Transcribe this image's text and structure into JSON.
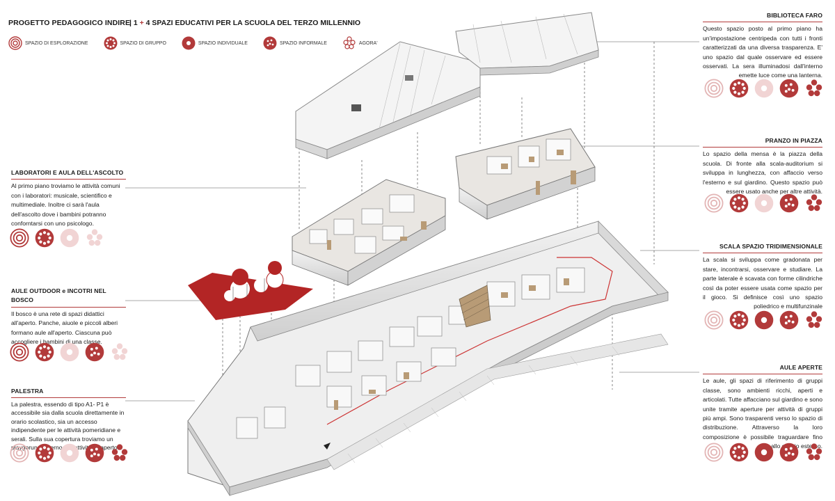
{
  "header": {
    "project": "PROGETTO PEDAGOGICO  INDIRE",
    "subtitle_prefix": "| 1",
    "subtitle_plus": " + ",
    "subtitle_rest": "4  SPAZI EDUCATIVI PER LA SCUOLA DEL TERZO MILLENNIO"
  },
  "legend": [
    {
      "label": "SPAZIO DI ESPLORAZIONE",
      "icon": "concentric-rings-icon"
    },
    {
      "label": "SPAZIO DI GRUPPO",
      "icon": "ring-of-dots-icon"
    },
    {
      "label": "SPAZIO INDIVIDUALE",
      "icon": "solid-disc-icon"
    },
    {
      "label": "SPAZIO INFORMALE",
      "icon": "dotted-disc-icon"
    },
    {
      "label": "AGORA'",
      "icon": "cluster-circles-icon"
    }
  ],
  "left_sections": [
    {
      "title": "LABORATORI  E AULA DELL'ASCOLTO",
      "body": "Al primo piano troviamo le attività comuni con i laboratori: musicale, scientifico e multimediale. Inoltre  ci sarà l'aula dell'ascolto dove i bambini potranno conforntarsi con uno psicologo."
    },
    {
      "title": "AULE OUTDOOR e INCOTRI NEL BOSCO",
      "body": "Il bosco è una rete di spazi didattici all'aperto. Panche, aiuole e piccoli alberi formano aule all'aperto. Ciascuna può accogliere i bambini di una classe."
    },
    {
      "title": "PALESTRA",
      "body": "La palestra, essendo di tipo A1- P1 è accessibile sia dalla scuola direttamente in orario scolastico, sia un accesso indipendente per le attività pomeridiane e serali. Sulla sua copertura troviamo un playgorund esterno per attività all'aperto"
    }
  ],
  "right_sections": [
    {
      "title": "BIBLIOTECA FARO",
      "body": "Questo spazio posto al primo piano ha un'impostazione centripeda con tutti i fronti caratterizzati da una diversa trasparenza. E' uno spazio dal quale osservare ed essere osservati. La sera illuminadosi dall'interno emette luce come una lanterna."
    },
    {
      "title": "PRANZO IN PIAZZA",
      "body": "Lo spazio della mensa è la piazza della scuola. Di fronte alla scala-auditorium si sviluppa in lunghezza, con affaccio verso l'esterno e sul giardino. Questo spazio può essere usato anche per altre attività."
    },
    {
      "title": "SCALA SPAZIO TRIDIMENSIONALE",
      "body": "La scala si sviluppa come gradonata per stare, incontrarsi, osservare e studiare. La parte laterale è scavata con forme cilindriche così da poter essere usata come spazio per il gioco. Si definisce così uno spazio poliedrico e multifunzinale"
    },
    {
      "title": "AULE APERTE",
      "body": "Le aule, gli spazi di riferimento di gruppi classe, sono ambienti ricchi, aperti e articolati. Tutte affacciano sul giardino e sono unite tramite aperture per attività di gruppi più ampi. Sono trasparenti verso lo spazio di distribuzione. Attraverso la loro composizione è possibile traguardare fino allo spazio esterno."
    }
  ],
  "colors": {
    "accent": "#b23a3a",
    "accent_light": "#e8c4c4",
    "text": "#1a1a1a"
  }
}
